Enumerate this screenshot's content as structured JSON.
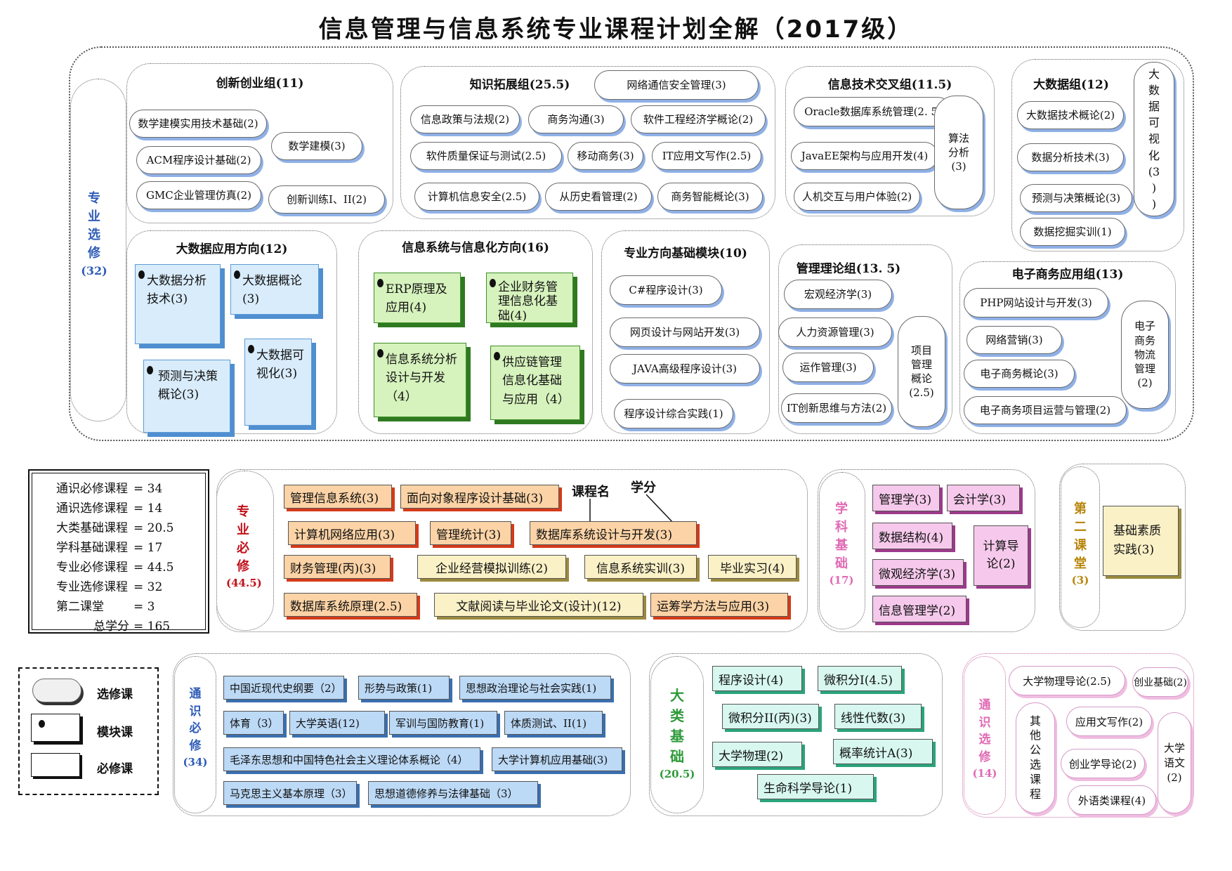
{
  "title": "信息管理与信息系统专业课程计划全解（2017级）",
  "elective": {
    "side_label": [
      "专",
      "业",
      "选",
      "修"
    ],
    "side_credit": "(32)",
    "innovation": {
      "title": "创新创业组(11)",
      "courses": [
        "数学建模实用技术基础(2)",
        "数学建模(3)",
        "ACM程序设计基础(2)",
        "GMC企业管理仿真(2)",
        "创新训练I、II(2)"
      ]
    },
    "knowledge": {
      "title": "知识拓展组(25.5)",
      "courses": [
        "网络通信安全管理(3)",
        "信息政策与法规(2)",
        "商务沟通(3)",
        "软件工程经济学概论(2)",
        "软件质量保证与测试(2.5)",
        "移动商务(3)",
        "IT应用文写作(2.5)",
        "计算机信息安全(2.5)",
        "从历史看管理(2)",
        "商务智能概论(3)"
      ]
    },
    "itcross": {
      "title": "信息技术交叉组(11.5)",
      "courses": [
        "Oracle数据库系统管理(2. 5)",
        "JavaEE架构与应用开发(4)",
        "人机交互与用户体验(2)"
      ],
      "algo": [
        "算法",
        "分析",
        "(3)"
      ]
    },
    "bigdata": {
      "title": "大数据组(12)",
      "courses": [
        "大数据技术概论(2)",
        "数据分析技术(3)",
        "预测与决策概论(3)",
        "数据挖掘实训(1)"
      ],
      "vis": [
        "大",
        "数",
        "据",
        "可",
        "视",
        "化",
        "(3",
        ")",
        ")"
      ]
    },
    "bigdata_app": {
      "title": "大数据应用方向(12)",
      "modules": [
        "大数据分析技术(3)",
        "大数据概论(3)",
        "预测与决策概论(3)",
        "大数据可视化(3)"
      ]
    },
    "infosys": {
      "title": "信息系统与信息化方向(16)",
      "modules": [
        "ERP原理及应用(4)",
        "企业财务管理信息化基础(4)",
        "信息系统分析设计与开发（4）",
        "供应链管理信息化基础与应用（4）"
      ]
    },
    "base": {
      "title": "专业方向基础模块(10)",
      "courses": [
        "C#程序设计(3)",
        "网页设计与网站开发(3)",
        "JAVA高级程序设计(3)",
        "程序设计综合实践(1)"
      ]
    },
    "mgmt": {
      "title": "管理理论组(13. 5)",
      "courses": [
        "宏观经济学(3)",
        "人力资源管理(3)",
        "运作管理(3)",
        "IT创新思维与方法(2)"
      ],
      "proj": [
        "项目",
        "管理",
        "概论",
        "(2.5)"
      ]
    },
    "ecommerce": {
      "title": "电子商务应用组(13)",
      "courses": [
        "PHP网站设计与开发(3)",
        "网络营销(3)",
        "电子商务概论(3)",
        "电子商务项目运营与管理(2)"
      ],
      "logi": [
        "电子",
        "商务",
        "物流",
        "管理",
        "(2)"
      ]
    }
  },
  "summary": {
    "rows": [
      {
        "label": "通识必修课程",
        "value": "= 34"
      },
      {
        "label": "通识选修课程",
        "value": "= 14"
      },
      {
        "label": "大类基础课程",
        "value": "= 20.5"
      },
      {
        "label": "学科基础课程",
        "value": "= 17"
      },
      {
        "label": "专业必修课程",
        "value": "= 44.5"
      },
      {
        "label": "专业选修课程",
        "value": "= 32"
      },
      {
        "label": "第二课堂",
        "value": "= 3"
      },
      {
        "label": "总学分",
        "value": "= 165"
      }
    ]
  },
  "major_required": {
    "label": [
      "专",
      "业",
      "必",
      "修"
    ],
    "credit": "(44.5)",
    "annot_name": "课程名",
    "annot_credit": "学分",
    "orange": [
      "管理信息系统(3)",
      "面向对象程序设计基础(3)",
      "计算机网络应用(3)",
      "管理统计(3)",
      "数据库系统设计与开发(3)",
      "财务管理(丙)(3)",
      "数据库系统原理(2.5)",
      "运筹学方法与应用(3)"
    ],
    "beige": [
      "企业经营模拟训练(2)",
      "信息系统实训(3)",
      "毕业实习(4)",
      "文献阅读与毕业论文(设计)(12)"
    ]
  },
  "discipline": {
    "label": [
      "学",
      "科",
      "基",
      "础"
    ],
    "credit": "(17)",
    "courses": [
      "管理学(3)",
      "会计学(3)",
      "数据结构(4)",
      "微观经济学(3)",
      "信息管理学(2)"
    ],
    "calc": "计算导论(2)"
  },
  "second": {
    "label": [
      "第",
      "二",
      "课",
      "堂"
    ],
    "credit": "(3)",
    "course": "基础素质实践(3)"
  },
  "legend": {
    "items": [
      "选修课",
      "模块课",
      "必修课"
    ]
  },
  "general_required": {
    "label": [
      "通",
      "识",
      "必",
      "修"
    ],
    "credit": "(34)",
    "courses": [
      "中国近现代史纲要（2）",
      "形势与政策(1)",
      "思想政治理论与社会实践(1)",
      "体育（3）",
      "大学英语(12)",
      "军训与国防教育(1)",
      "体质测试、II(1)",
      "毛泽东思想和中国特色社会主义理论体系概论（4）",
      "大学计算机应用基础(3)",
      "马克思主义基本原理（3）",
      "思想道德修养与法律基础（3）"
    ]
  },
  "category": {
    "label": [
      "大",
      "类",
      "基",
      "础"
    ],
    "credit": "(20.5)",
    "courses": [
      "程序设计(4)",
      "微积分I(4.5)",
      "微积分II(丙)(3)",
      "线性代数(3)",
      "大学物理(2)",
      "概率统计A(3)",
      "生命科学导论(1)"
    ]
  },
  "general_elective": {
    "label": [
      "通",
      "识",
      "选",
      "修"
    ],
    "credit": "(14)",
    "courses": [
      "大学物理导论(2.5)",
      "创业基础(2)",
      "应用文写作(2)",
      "创业学导论(2)",
      "外语类课程(4)"
    ],
    "other": [
      "其",
      "他",
      "公",
      "选",
      "课",
      "程"
    ],
    "lang": [
      "大学",
      "语文",
      "(2)"
    ]
  },
  "colors": {
    "orange": "#fbd3a6",
    "beige": "#fbf1c7",
    "pink": "#f6c9ec",
    "teal": "#d7f7ef",
    "lblue": "#bcd9f6",
    "label_blue": "#2e5cb8",
    "label_red": "#c0101a",
    "label_pink": "#e06ab4",
    "label_green": "#2e9a3a",
    "label_gold": "#b8860b"
  }
}
